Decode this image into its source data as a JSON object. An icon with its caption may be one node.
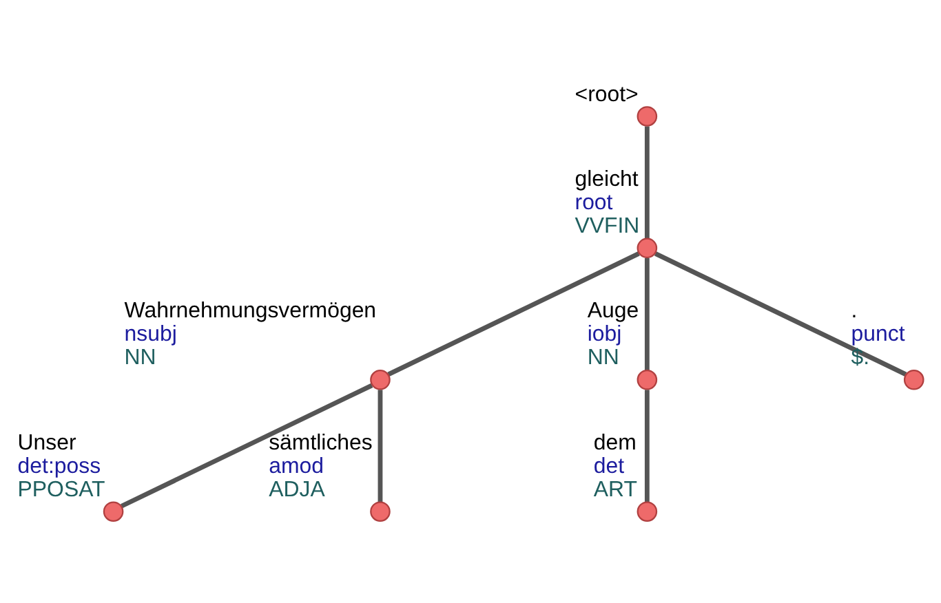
{
  "diagram": {
    "nodes": [
      {
        "text": [],
        "shape": "circle",
        "beside": [
          "<root>"
        ]
      },
      {
        "text": [],
        "shape": "circle",
        "beside": [
          "gleicht",
          "root",
          "VVFIN"
        ]
      },
      {
        "text": [],
        "shape": "circle",
        "beside": [
          "Wahrnehmungsvermögen",
          "nsubj",
          "NN"
        ]
      },
      {
        "text": [],
        "shape": "circle",
        "beside": [
          "Auge",
          "iobj",
          "NN"
        ]
      },
      {
        "text": [],
        "shape": "circle",
        "beside": [
          ".",
          "punct",
          "$."
        ]
      },
      {
        "text": [],
        "shape": "circle",
        "beside": [
          "Unser",
          "det:poss",
          "PPOSAT"
        ]
      },
      {
        "text": [],
        "shape": "circle",
        "beside": [
          "sämtliches",
          "amod",
          "ADJA"
        ]
      },
      {
        "text": [],
        "shape": "circle",
        "beside": [
          "dem",
          "det",
          "ART"
        ]
      }
    ],
    "edges": [
      {
        "from": 0,
        "to": 1,
        "arrow": "none"
      },
      {
        "from": 1,
        "to": 2,
        "arrow": "none"
      },
      {
        "from": 1,
        "to": 3,
        "arrow": "none"
      },
      {
        "from": 1,
        "to": 4,
        "arrow": "none"
      },
      {
        "from": 2,
        "to": 5,
        "arrow": "none"
      },
      {
        "from": 2,
        "to": 6,
        "arrow": "none"
      },
      {
        "from": 3,
        "to": 7,
        "arrow": "none"
      }
    ]
  }
}
